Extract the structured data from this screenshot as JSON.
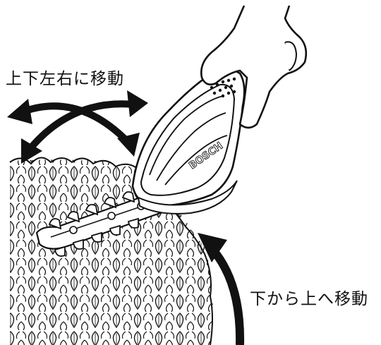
{
  "labels": {
    "top": "上下左右に移動",
    "bottom": "下から上へ移動"
  },
  "trimmer": {
    "brand": "BOSCH"
  },
  "colors": {
    "ink": "#111111",
    "background": "#ffffff"
  },
  "icons": {
    "cross_arrows": "curved-double-arrows-icon",
    "up_arrow": "curved-up-arrow-icon"
  }
}
